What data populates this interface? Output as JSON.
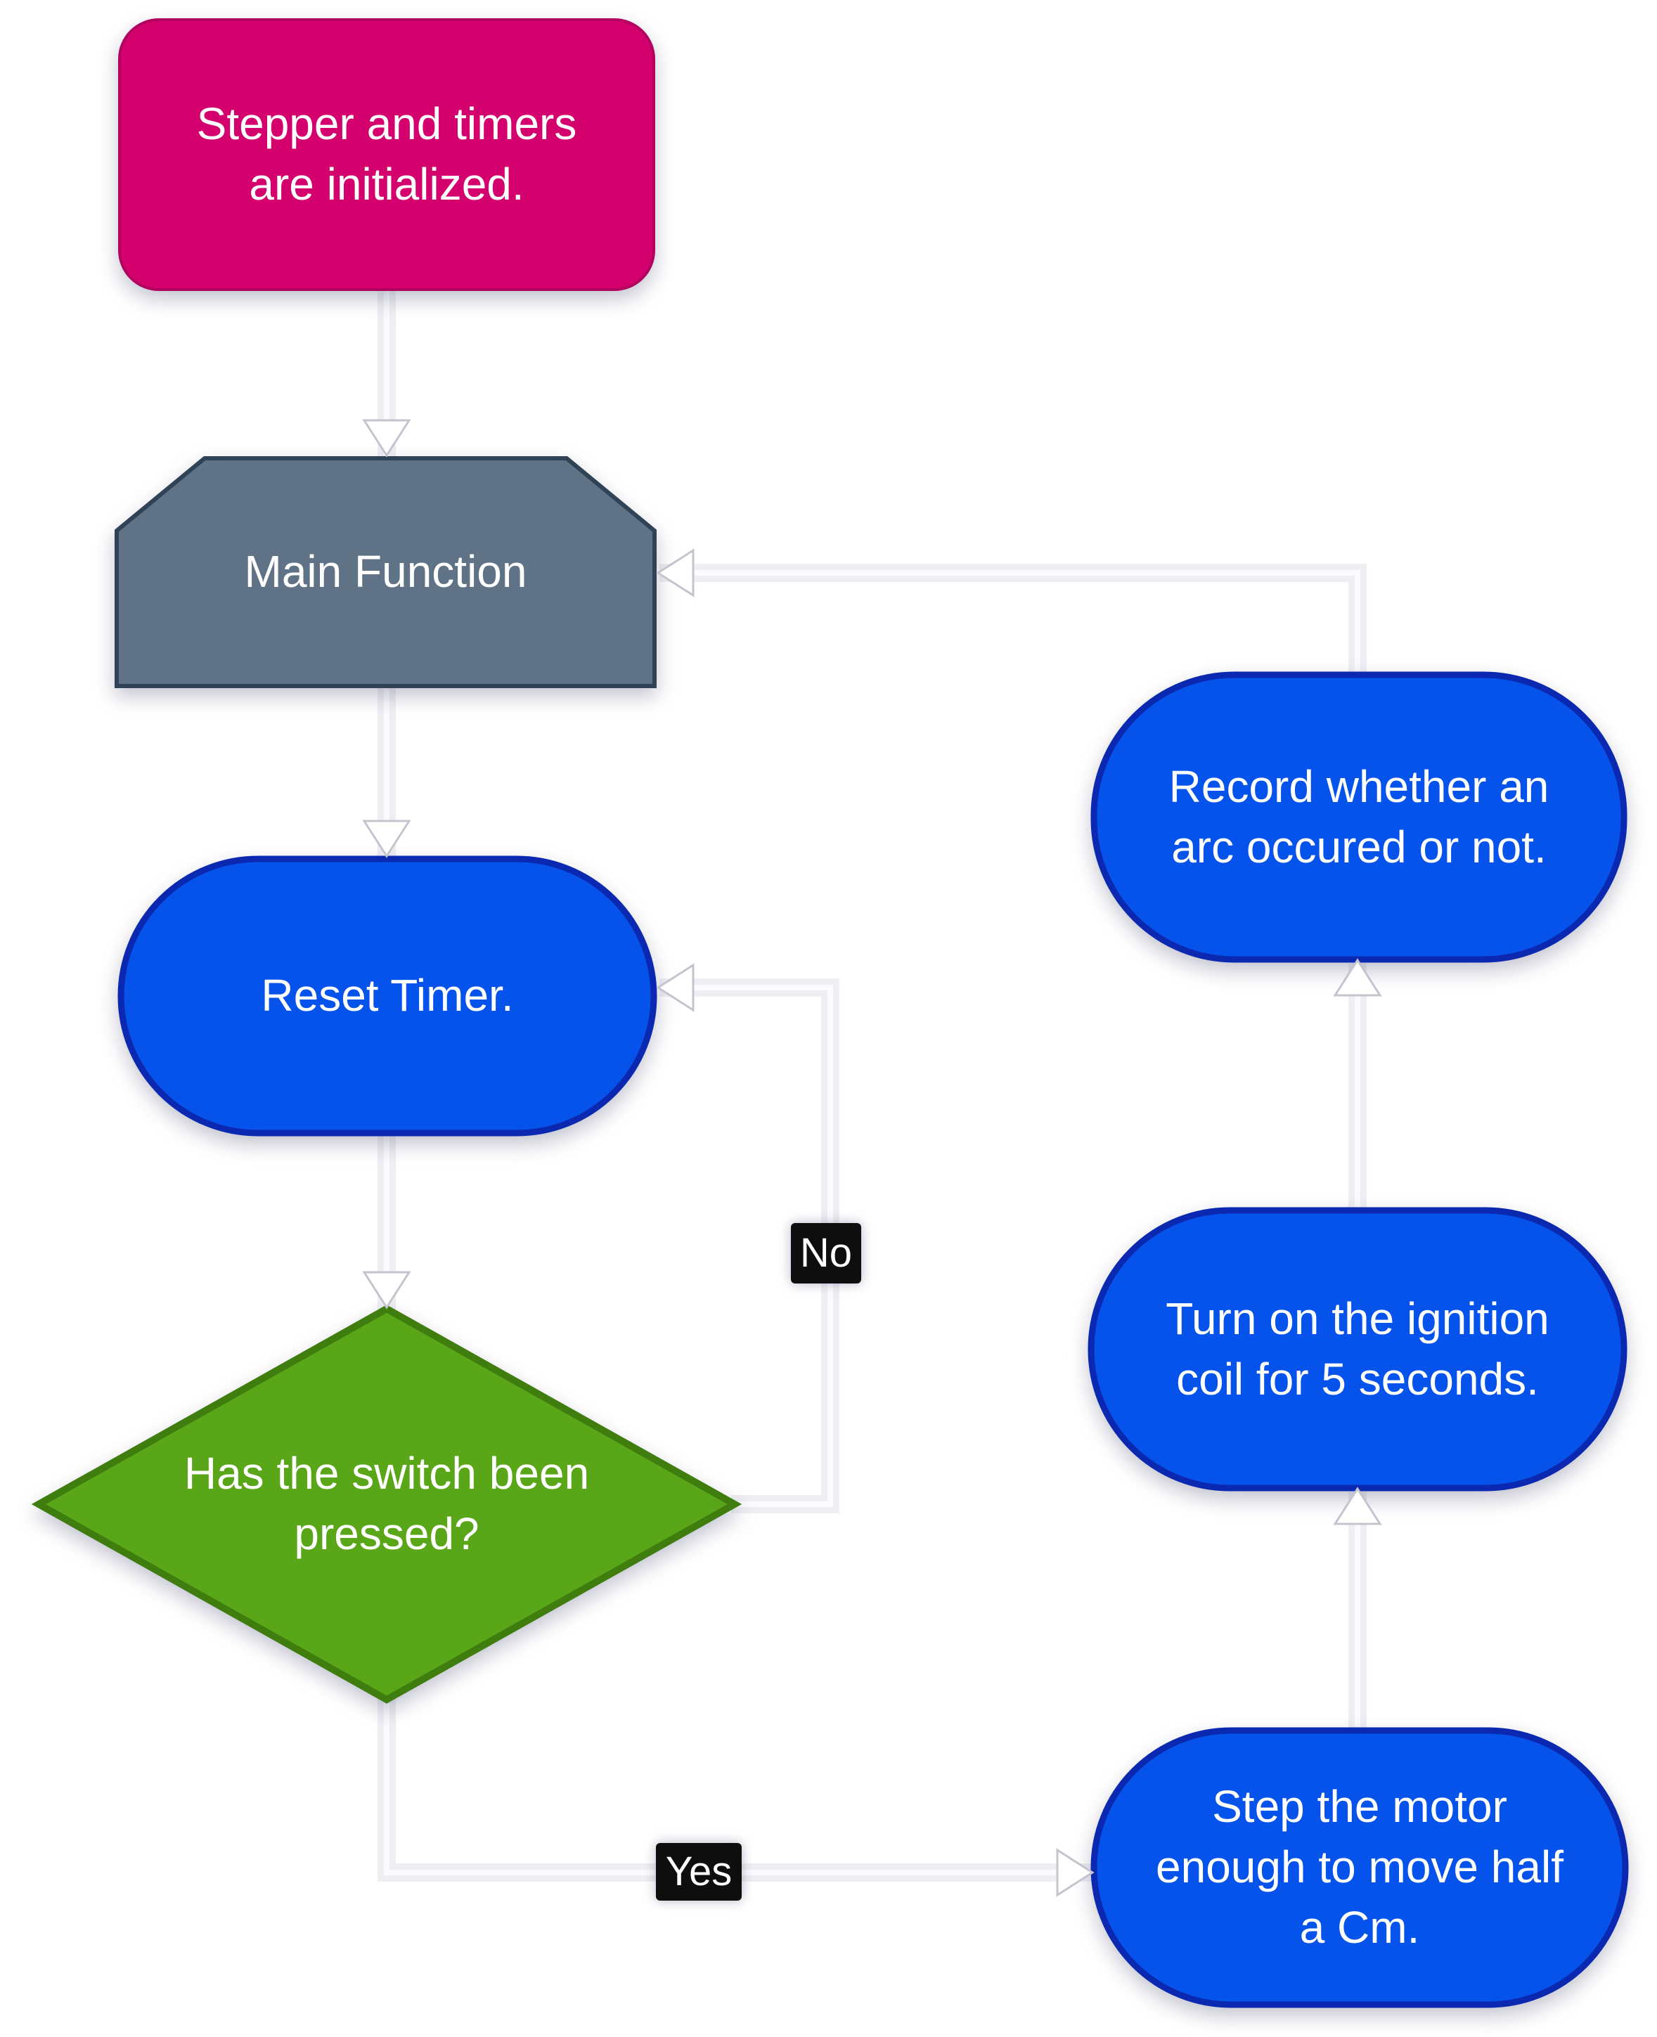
{
  "colors": {
    "background": "#FFFFFF",
    "start_fill": "#D4006E",
    "start_border": "#B20260",
    "manual_fill": "#607386",
    "manual_border": "#2F4256",
    "process_fill": "#0653EC",
    "process_border": "#0A28B0",
    "decision_fill": "#59A718",
    "decision_border": "#3E7D0E",
    "connector": "#EEEEF3",
    "connector_core": "#FBFBFD",
    "arrowhead_fill": "#FFFFFF",
    "arrowhead_border": "#C4C4CE",
    "edge_label_bg": "#0E0E0E",
    "edge_label_text": "#FFFFFF",
    "node_text": "#FFFFFF"
  },
  "nodes": {
    "start": "Stepper and timers\nare initialized.",
    "main_function": "Main Function",
    "reset_timer": "Reset Timer.",
    "decision": "Has the switch been\npressed?",
    "record_arc": "Record whether an\narc occured or not.",
    "ignition": "Turn on the ignition\ncoil for 5 seconds.",
    "step_motor": "Step the motor\nenough to move half\na Cm."
  },
  "edges": {
    "no_label": "No",
    "yes_label": "Yes"
  }
}
